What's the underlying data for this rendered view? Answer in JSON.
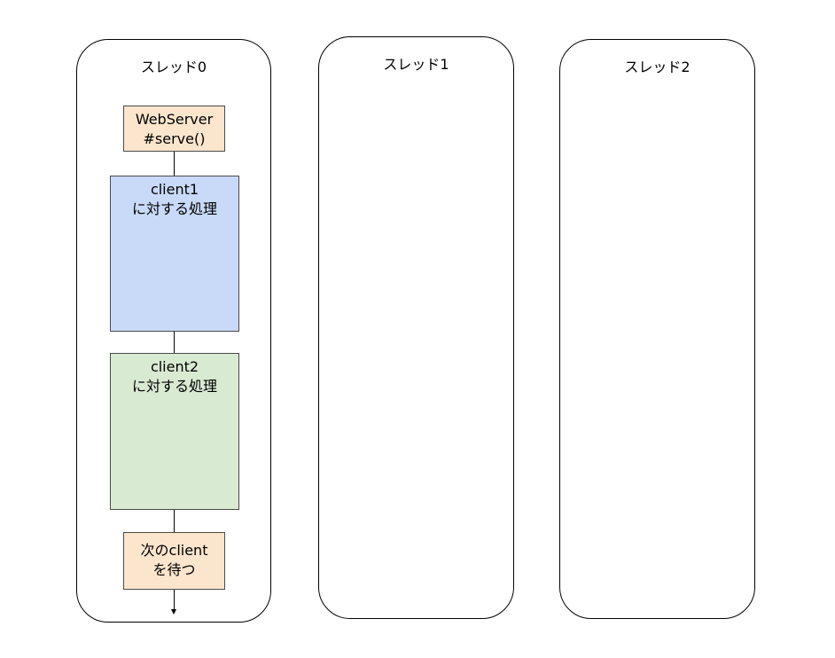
{
  "lanes": [
    {
      "title": "スレッド0"
    },
    {
      "title": "スレッド1"
    },
    {
      "title": "スレッド2"
    }
  ],
  "boxes": {
    "webserver": {
      "line1": "WebServer",
      "line2": "#serve()"
    },
    "client1": {
      "line1": "client1",
      "line2": "に対する処理"
    },
    "client2": {
      "line1": "client2",
      "line2": "に対する処理"
    },
    "wait": {
      "line1": "次のclient",
      "line2": "を待つ"
    }
  },
  "colors": {
    "orange_fill": "#fce5cd",
    "blue_fill": "#c9daf8",
    "green_fill": "#d9ead3",
    "stroke": "#000000"
  }
}
